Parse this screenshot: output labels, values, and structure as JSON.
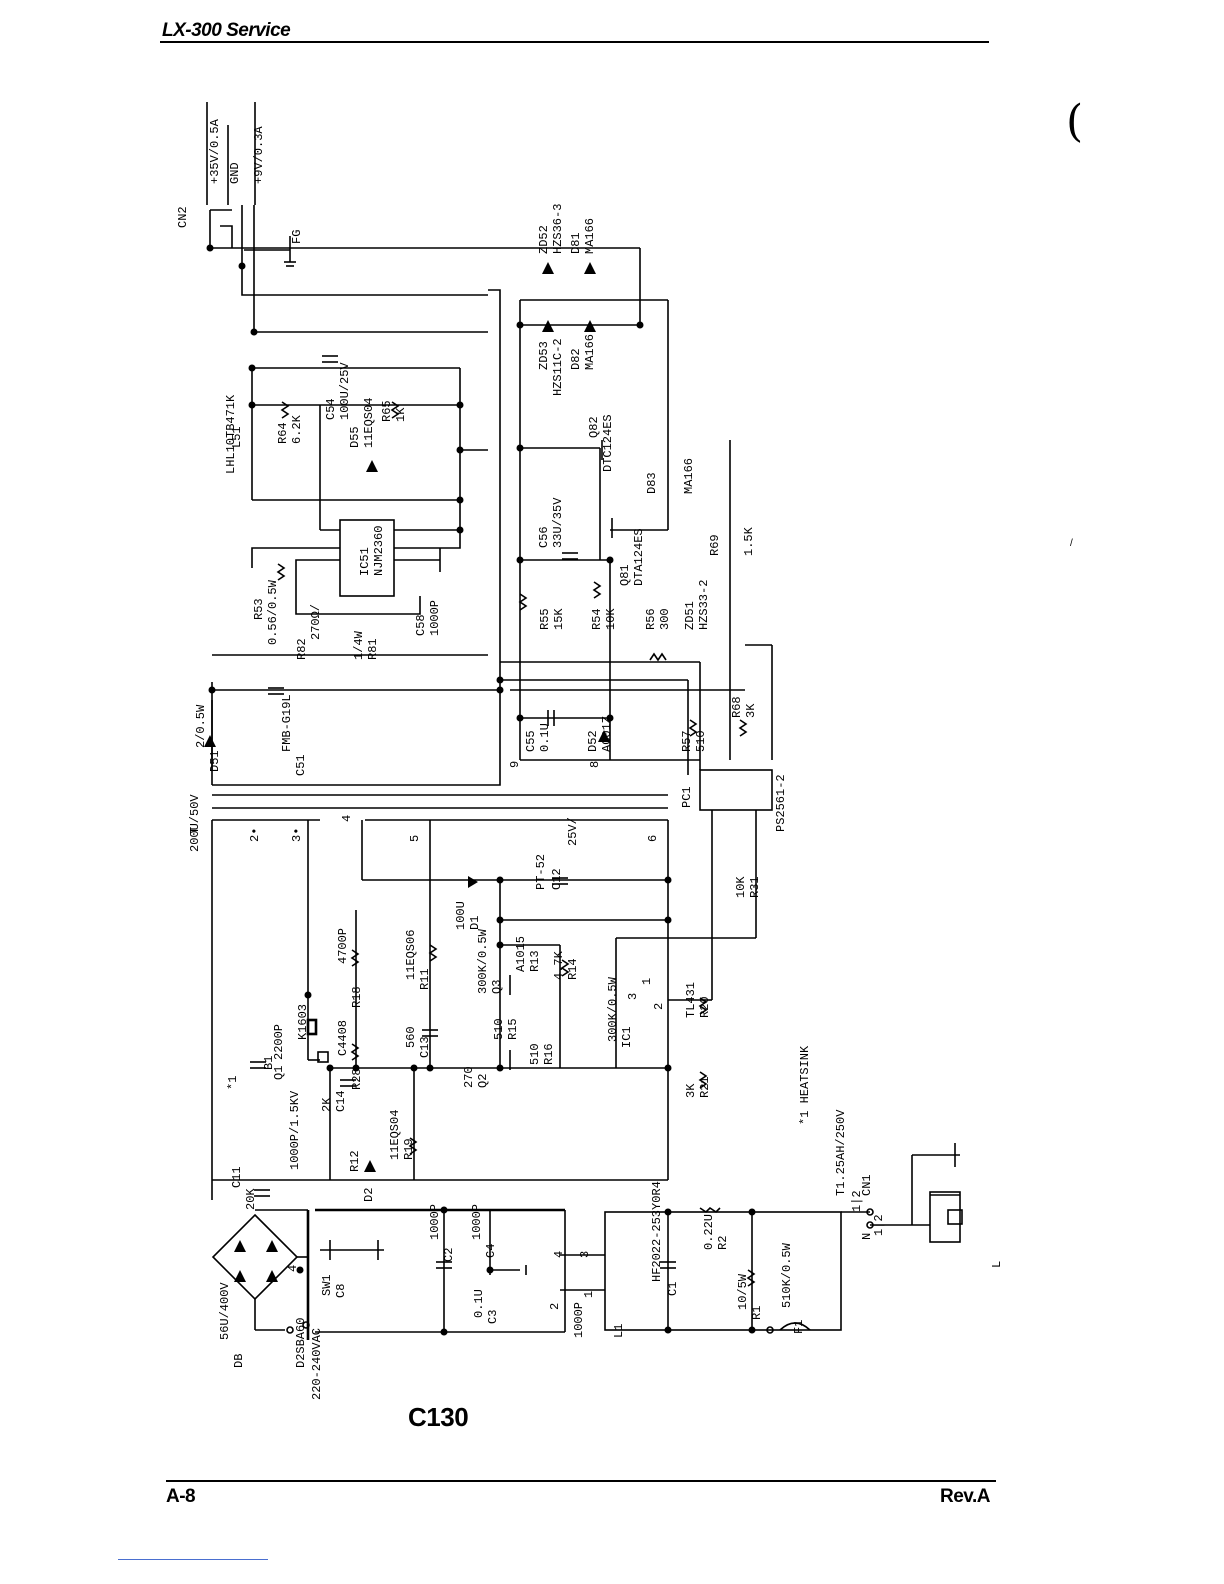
{
  "header": {
    "title": "LX-300 Service",
    "footer_left": "A-8",
    "footer_right": "Rev.A"
  },
  "margin_marks": {
    "paren": "(",
    "tick": "/"
  },
  "figure": {
    "label": "C130"
  },
  "annotations": {
    "heatsink_note": "*1 HEATSINK"
  },
  "labels": [
    "CN2",
    "+35V/0.5A",
    "GND",
    "+9V/0.3A",
    "FG",
    "ZD52",
    "HZS36-3",
    "D81",
    "MA166",
    "ZD53",
    "HZS11C-2",
    "D82",
    "MA166",
    "Q82",
    "DTC124ES",
    "D83",
    "MA166",
    "C56",
    "33U/35V",
    "Q81",
    "DTA124ES",
    "R69",
    "1.5K",
    "R55",
    "15K",
    "R54",
    "10K",
    "R56",
    "300",
    "ZD51",
    "HZS33-2",
    "R68",
    "3K",
    "R57",
    "510",
    "C55",
    "0.1U",
    "D52",
    "AG01Z",
    "PC1",
    "PS2561-2",
    "9",
    "8",
    "L51",
    "LHL10TB471K",
    "R64",
    "6.2K",
    "C54",
    "100U/25V",
    "D55",
    "11EQS04",
    "R65",
    "1K",
    "IC51",
    "NJM2360",
    "C58",
    "1000P",
    "R53",
    "0.56/0.5W",
    "R82",
    "270Ω/",
    "1/4W",
    "R81",
    "2/0.5W",
    "D51",
    "FMB-G19L",
    "C51",
    "200U/50V",
    "T",
    "PT-52",
    "C12",
    "25V/",
    "100U",
    "D1",
    "11EQS06",
    "R11",
    "560",
    "C13",
    "4700P",
    "R18",
    "300K/0.5W",
    "Q3",
    "A1015",
    "R13",
    "4.7K",
    "R14",
    "510",
    "R15",
    "510",
    "R16",
    "270",
    "Q2",
    "C4408",
    "R28",
    "300K/0.5W",
    "IC1",
    "TL431",
    "R20",
    "3K",
    "R21",
    "10K",
    "R31",
    "2K",
    "C14",
    "2200P",
    "Q1",
    "K1603",
    "B1",
    "*1",
    "1000P/1.5KV",
    "R12",
    "D2",
    "11EQS04",
    "R19",
    "20K",
    "C11",
    "56U/400V",
    "DB",
    "D2SBA60",
    "SW1",
    "C8",
    "1000P",
    "C2",
    "0.1U",
    "C3",
    "1000P",
    "C4",
    "1000P",
    "L1",
    "HF2022-253Y0R4",
    "C1",
    "0.22U",
    "R2",
    "10/5W",
    "R1",
    "510K/0.5W",
    "F1",
    "T1.25AH/250V",
    "CN1",
    "N",
    "L",
    "220-240VAC"
  ]
}
